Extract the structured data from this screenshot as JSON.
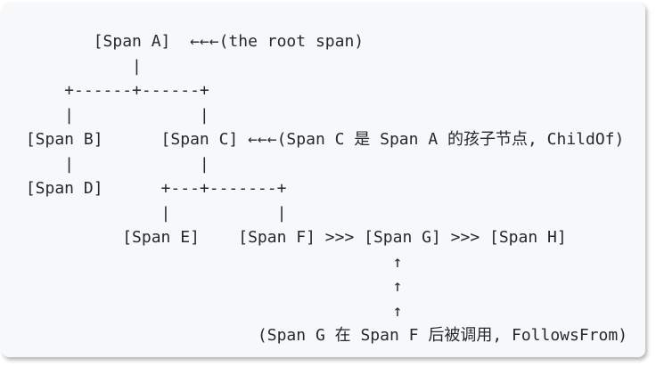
{
  "card": {
    "background_color": "#f6f8fa",
    "text_color": "#24292e",
    "page_background": "#ffffff"
  },
  "diagram": {
    "type": "ascii-span-tree",
    "spans": [
      "Span A",
      "Span B",
      "Span C",
      "Span D",
      "Span E",
      "Span F",
      "Span G",
      "Span H"
    ],
    "annotations": {
      "root": "←←←(the root span)",
      "child_of": "←←←(Span C 是 Span A 的孩子节点, ChildOf)",
      "follows_from": "(Span G 在 Span F 后被调用, FollowsFrom)"
    },
    "lines": [
      "        [Span A]  ←←←(the root span)",
      "            |",
      "     +------+------+",
      "     |             |",
      " [Span B]      [Span C] ←←←(Span C 是 Span A 的孩子节点, ChildOf)",
      "     |             |",
      " [Span D]      +---+-------+",
      "               |           |",
      "           [Span E]    [Span F] >>> [Span G] >>> [Span H]",
      "                                       ↑",
      "                                       ↑",
      "                                       ↑",
      "                         (Span G 在 Span F 后被调用, FollowsFrom)"
    ]
  }
}
